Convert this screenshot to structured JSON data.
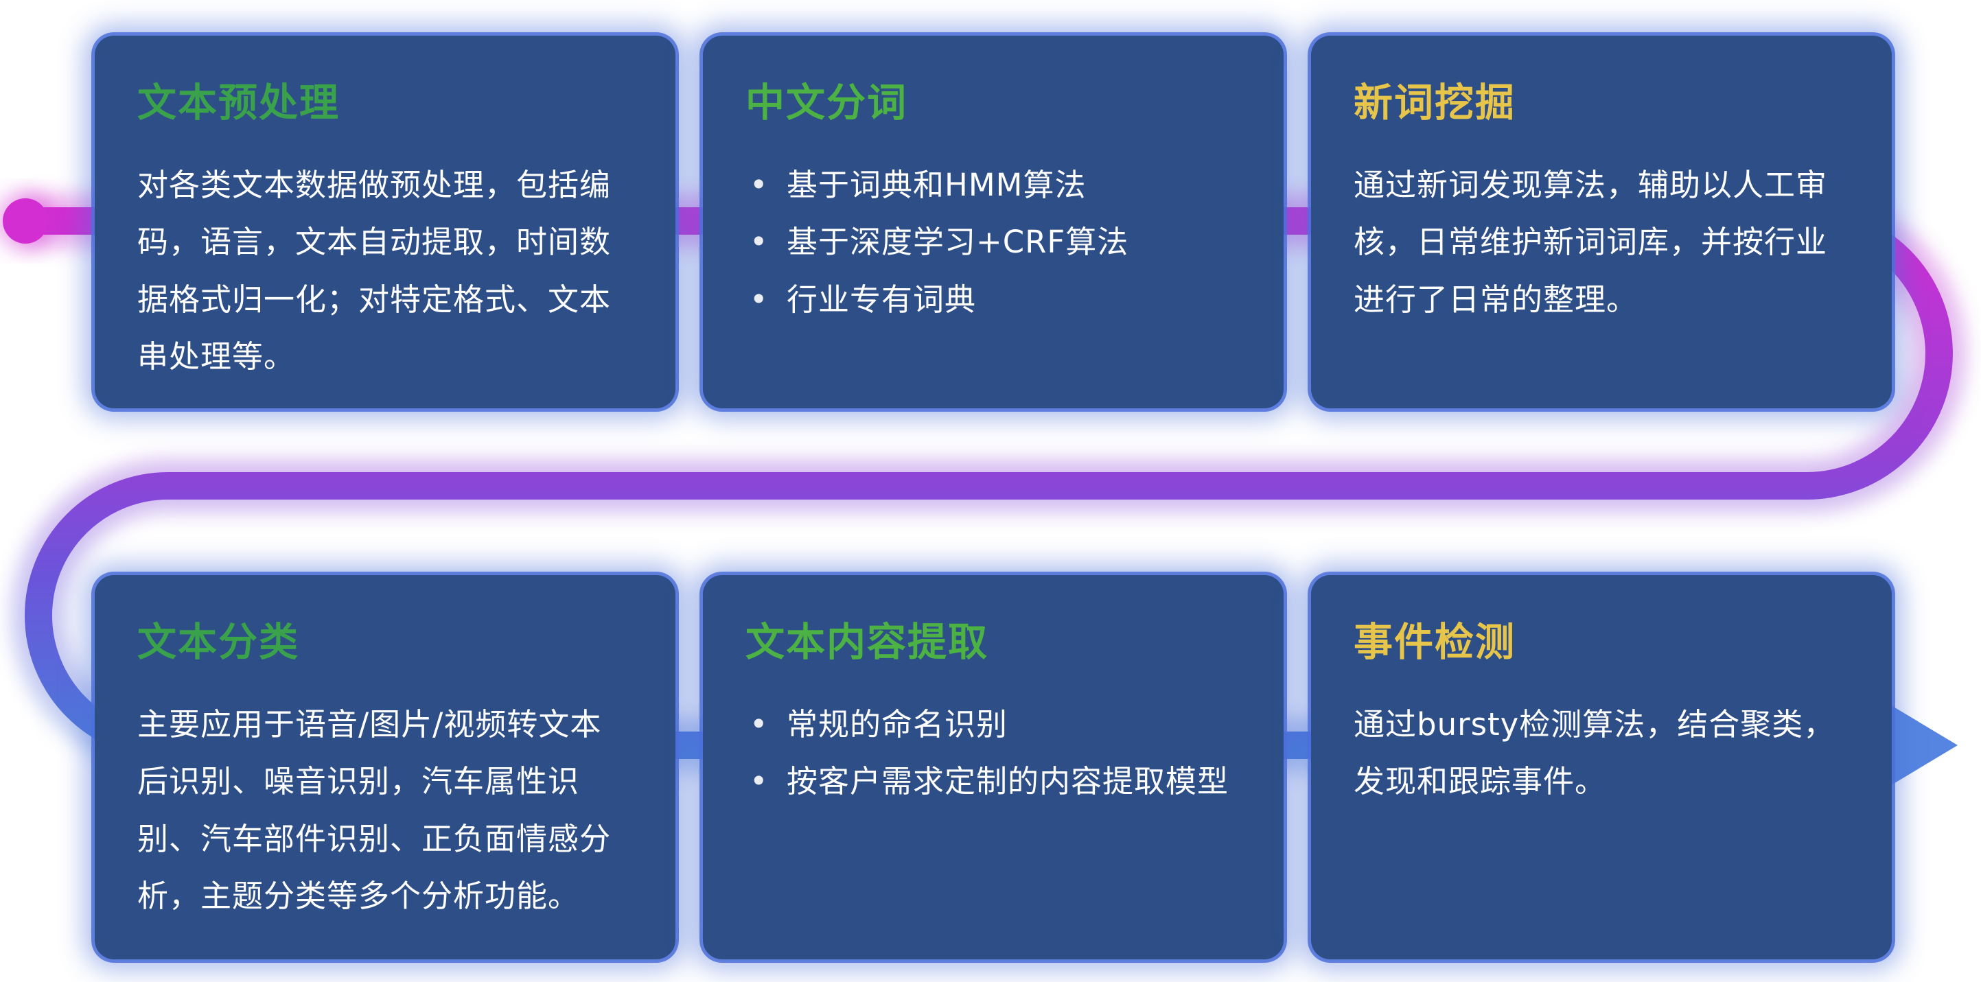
{
  "theme": {
    "background": "#ffffff",
    "card_bg": "#2d4e86",
    "card_glow": "#4c70da",
    "body_text_color": "#ffffff"
  },
  "connector": {
    "gradient": [
      "#d22ed2",
      "#9a3fd6",
      "#6a55da",
      "#4a7cd9"
    ],
    "start_dot_color": "#d22ed2",
    "arrow_color": "#5585e0"
  },
  "cards": [
    {
      "id": "text-preprocessing",
      "title": "文本预处理",
      "title_color": "#3ba24c",
      "body": "对各类文本数据做预处理，包括编码，语言，文本自动提取，时间数据格式归一化；对特定格式、文本串处理等。"
    },
    {
      "id": "chinese-word-segmentation",
      "title": "中文分词",
      "title_color": "#4cb244",
      "bullets": [
        "基于词典和HMM算法",
        "基于深度学习+CRF算法",
        "行业专有词典"
      ]
    },
    {
      "id": "new-word-mining",
      "title": "新词挖掘",
      "title_color": "#e7c54b",
      "body": "通过新词发现算法，辅助以人工审核，日常维护新词词库，并按行业进行了日常的整理。"
    },
    {
      "id": "text-classification",
      "title": "文本分类",
      "title_color": "#3ba24c",
      "body": "主要应用于语音/图片/视频转文本后识别、噪音识别，汽车属性识别、汽车部件识别、正负面情感分析，主题分类等多个分析功能。"
    },
    {
      "id": "text-content-extraction",
      "title": "文本内容提取",
      "title_color": "#4cb244",
      "bullets": [
        "常规的命名识别",
        "按客户需求定制的内容提取模型"
      ]
    },
    {
      "id": "event-detection",
      "title": "事件检测",
      "title_color": "#e7c54b",
      "body": "通过bursty检测算法，结合聚类，发现和跟踪事件。"
    }
  ]
}
